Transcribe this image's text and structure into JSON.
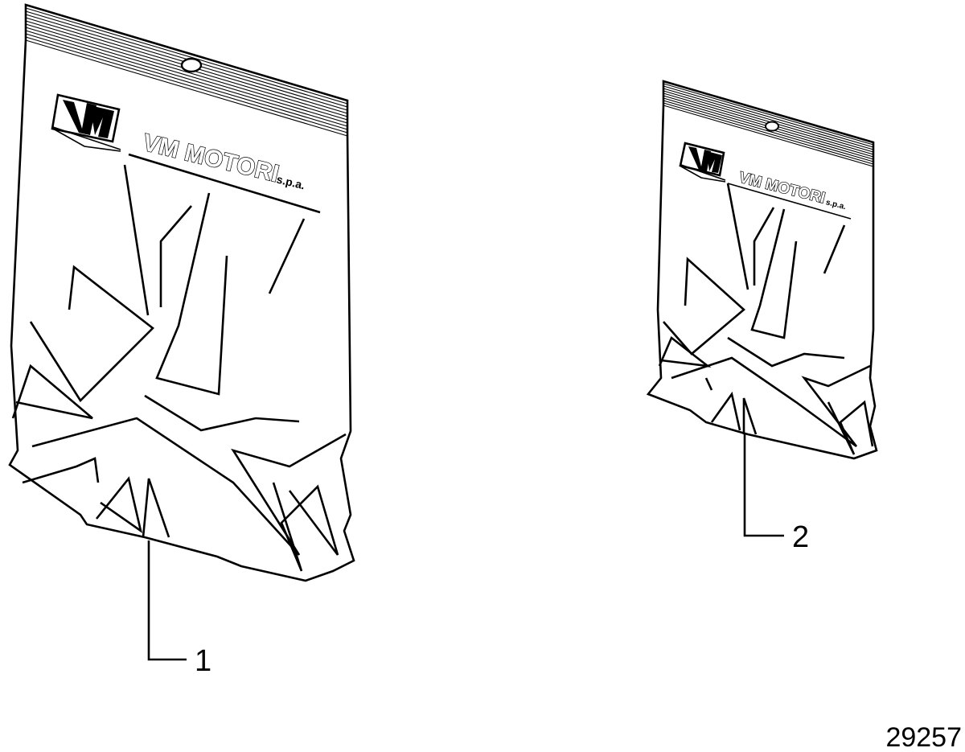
{
  "diagram": {
    "parts": [
      {
        "callout": "1",
        "bag": {
          "logo_letters": "VM",
          "brand_name": "VM MOTORI",
          "brand_suffix": "s.p.a."
        }
      },
      {
        "callout": "2",
        "bag": {
          "logo_letters": "VM",
          "brand_name": "VM MOTORI",
          "brand_suffix": "s.p.a."
        }
      }
    ],
    "figure_number": "29257"
  }
}
